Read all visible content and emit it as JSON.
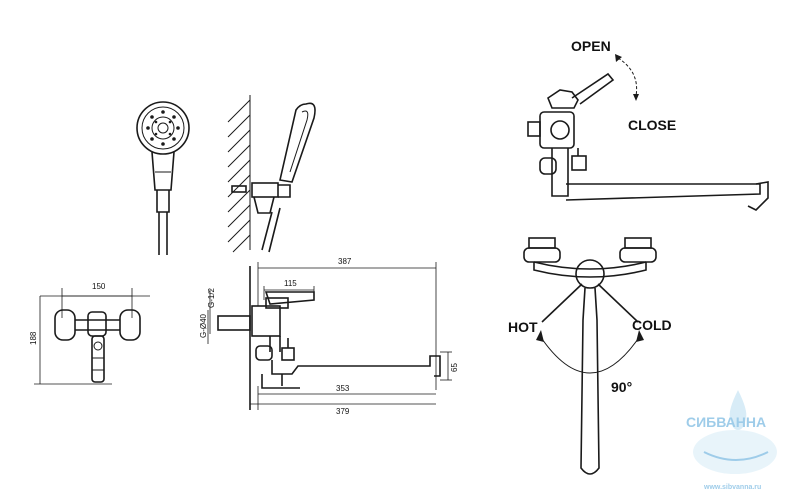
{
  "labels": {
    "open": "OPEN",
    "close": "CLOSE",
    "hot": "HOT",
    "cold": "COLD",
    "angle": "90°"
  },
  "dimensions": {
    "front_width": "150",
    "front_height": "188",
    "total_length": "387",
    "body_depth": "115",
    "thread": "G-1/2",
    "pipe": "G-Ø40",
    "spout_drop": "65",
    "spout_length": "353",
    "overall": "379"
  },
  "watermark": {
    "brand": "СИБВАННА",
    "url": "www.sibvanna.ru",
    "color": "#4fa3d8"
  }
}
